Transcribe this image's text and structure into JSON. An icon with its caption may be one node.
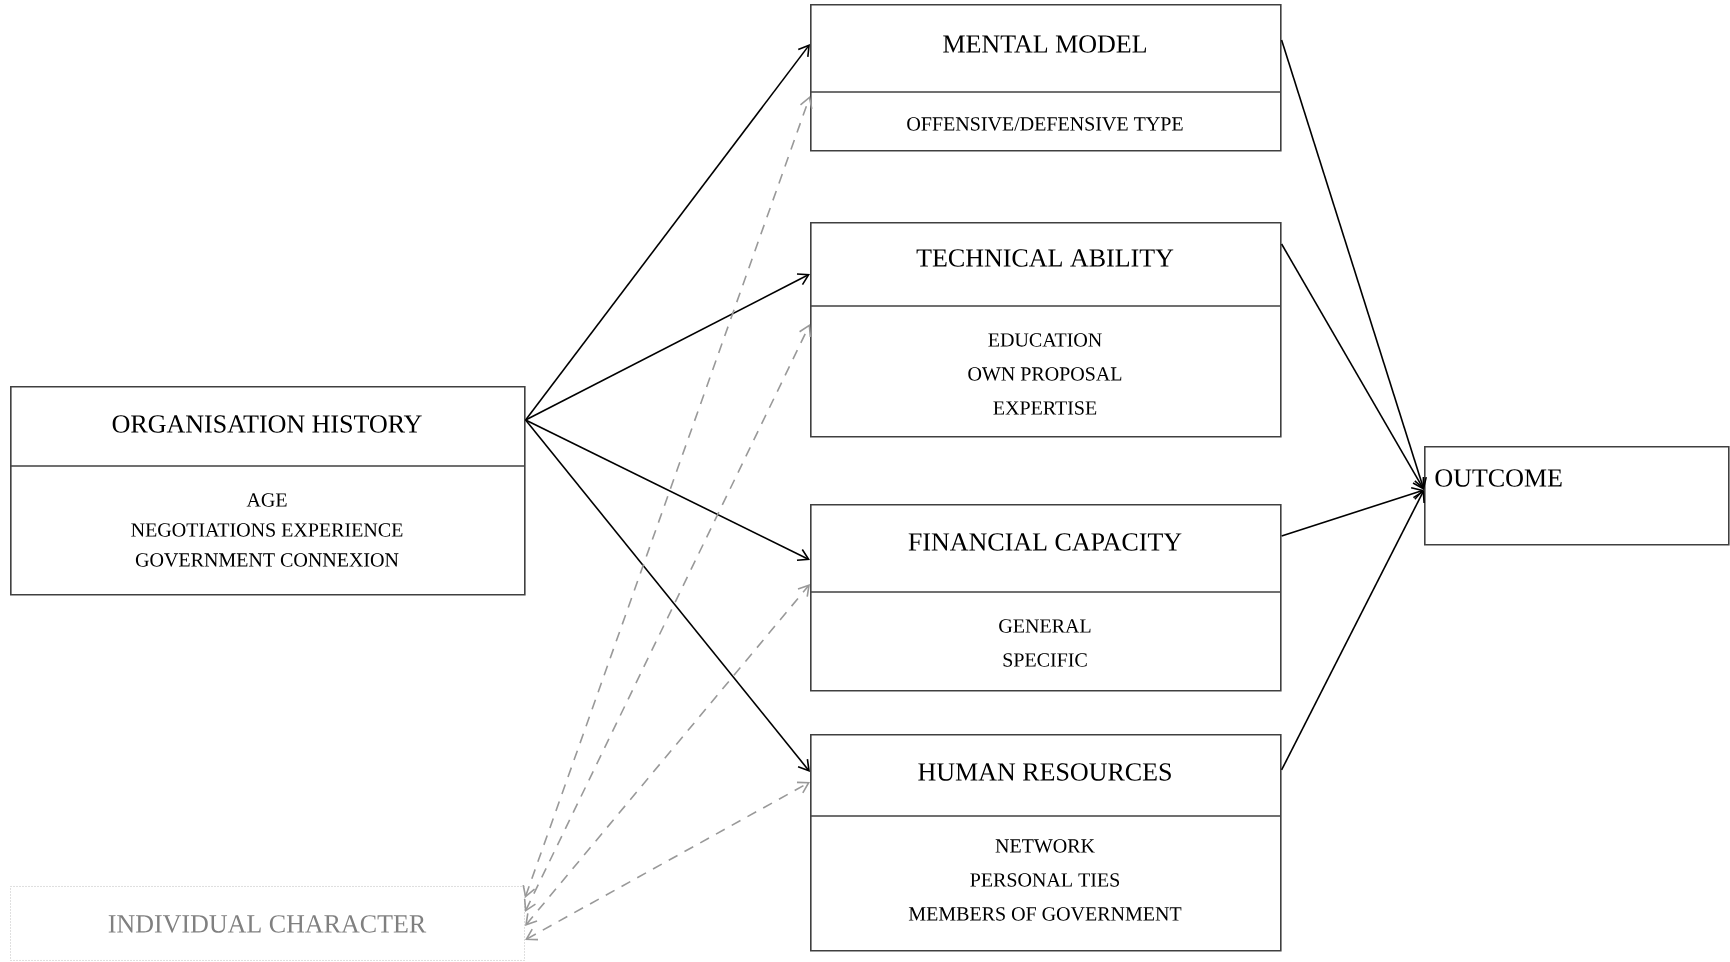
{
  "diagram": {
    "nodes": [
      {
        "text": [
          "ORGANISATION HISTORY",
          "AGE",
          "NEGOTIATIONS EXPERIENCE",
          "GOVERNMENT CONNEXION"
        ]
      },
      {
        "text": [
          "MENTAL MODEL",
          "OFFENSIVE/DEFENSIVE TYPE"
        ]
      },
      {
        "text": [
          "TECHNICAL ABILITY",
          "EDUCATION",
          "OWN PROPOSAL",
          "EXPERTISE"
        ]
      },
      {
        "text": [
          "FINANCIAL CAPACITY",
          "GENERAL",
          "SPECIFIC"
        ]
      },
      {
        "text": [
          "HUMAN RESOURCES",
          "NETWORK",
          "PERSONAL TIES",
          "MEMBERS OF GOVERNMENT"
        ]
      },
      {
        "text": [
          "OUTCOME"
        ]
      },
      {
        "text": [
          "INDIVIDUAL CHARACTER"
        ]
      }
    ],
    "edges": [
      {
        "from": 0,
        "to": 1,
        "arrow": "to"
      },
      {
        "from": 0,
        "to": 2,
        "arrow": "to"
      },
      {
        "from": 0,
        "to": 3,
        "arrow": "to"
      },
      {
        "from": 0,
        "to": 4,
        "arrow": "to"
      },
      {
        "from": 6,
        "to": 1,
        "arrow": "both",
        "style": "dashed",
        "color": "#999999"
      },
      {
        "from": 6,
        "to": 2,
        "arrow": "both",
        "style": "dashed",
        "color": "#999999"
      },
      {
        "from": 6,
        "to": 3,
        "arrow": "both",
        "style": "dashed",
        "color": "#999999"
      },
      {
        "from": 6,
        "to": 4,
        "arrow": "both",
        "style": "dashed",
        "color": "#999999"
      },
      {
        "from": 1,
        "to": 5,
        "arrow": "to"
      },
      {
        "from": 2,
        "to": 5,
        "arrow": "to"
      },
      {
        "from": 3,
        "to": 5,
        "arrow": "to"
      },
      {
        "from": 4,
        "to": 5,
        "arrow": "to"
      }
    ]
  }
}
